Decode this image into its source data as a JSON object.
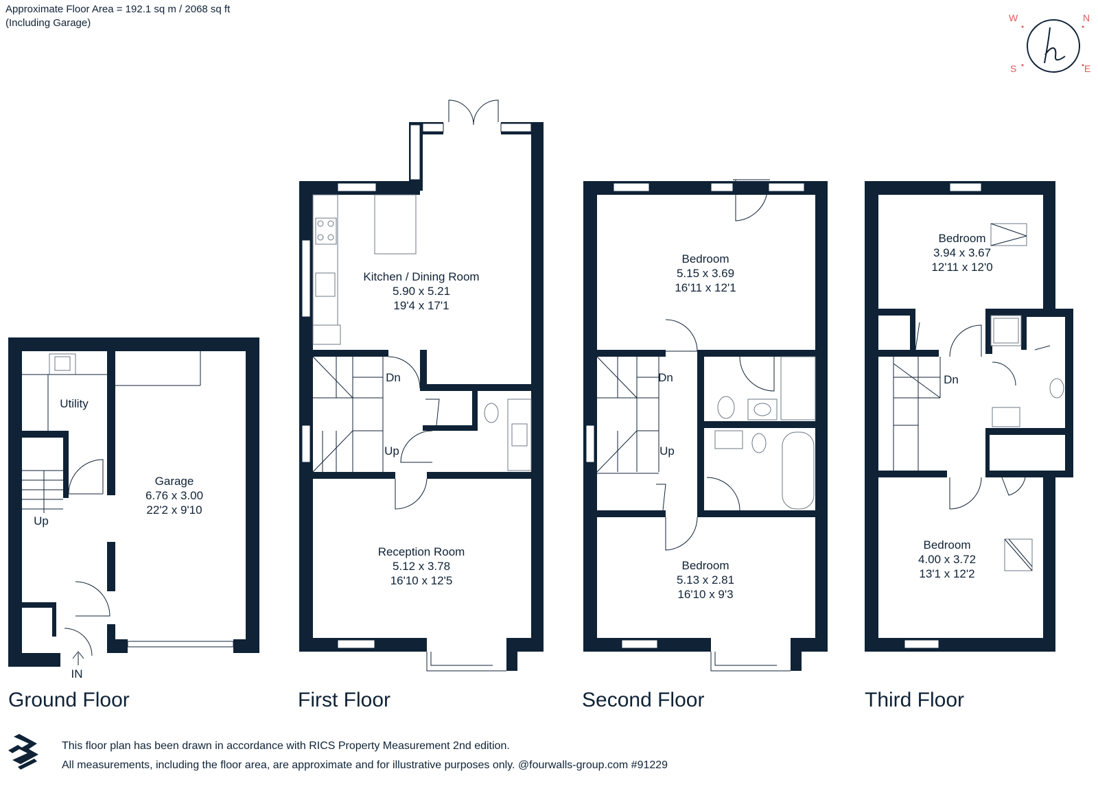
{
  "header": {
    "area_line1": "Approximate Floor Area = 192.1 sq m / 2068 sq ft",
    "area_line2": "(Including Garage)"
  },
  "compass": {
    "w": "W",
    "n": "N",
    "s": "S",
    "e": "E",
    "color": "#e05a5a"
  },
  "floors": {
    "ground": {
      "title": "Ground Floor",
      "utility": "Utility",
      "up": "Up",
      "in": "IN",
      "garage": {
        "name": "Garage",
        "metric": "6.76 x 3.00",
        "imperial": "22'2 x 9'10"
      }
    },
    "first": {
      "title": "First Floor",
      "kitchen": {
        "name": "Kitchen / Dining Room",
        "metric": "5.90 x 5.21",
        "imperial": "19'4 x 17'1"
      },
      "dn": "Dn",
      "up": "Up",
      "reception": {
        "name": "Reception Room",
        "metric": "5.12 x 3.78",
        "imperial": "16'10 x 12'5"
      }
    },
    "second": {
      "title": "Second Floor",
      "bedroom_top": {
        "name": "Bedroom",
        "metric": "5.15 x 3.69",
        "imperial": "16'11 x 12'1"
      },
      "dn": "Dn",
      "up": "Up",
      "bedroom_bottom": {
        "name": "Bedroom",
        "metric": "5.13 x 2.81",
        "imperial": "16'10 x 9'3"
      }
    },
    "third": {
      "title": "Third Floor",
      "bedroom_top": {
        "name": "Bedroom",
        "metric": "3.94 x 3.67",
        "imperial": "12'11 x 12'0"
      },
      "dn": "Dn",
      "bedroom_bottom": {
        "name": "Bedroom",
        "metric": "4.00 x 3.72",
        "imperial": "13'1 x 12'2"
      }
    }
  },
  "footer": {
    "line1": "This floor plan has been drawn in accordance with RICS Property Measurement 2nd edition.",
    "line2": "All measurements, including the floor area, are approximate and for illustrative purposes only. @fourwalls-group.com #91229"
  },
  "colors": {
    "wall": "#0f2236",
    "accent": "#e05a5a"
  }
}
